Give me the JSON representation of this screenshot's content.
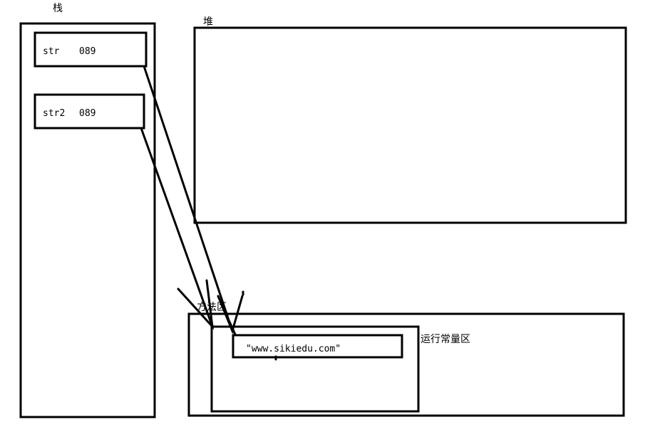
{
  "stack": {
    "title": "栈",
    "vars": [
      {
        "name": "str",
        "value": "089"
      },
      {
        "name": "str2",
        "value": "089"
      }
    ]
  },
  "heap": {
    "title": "堆"
  },
  "method_area": {
    "title": "方法区",
    "constant_pool": {
      "title": "运行常量区",
      "string_literal": "\"www.sikiedu.com\""
    }
  },
  "colors": {
    "stroke": "#000000",
    "background": "#ffffff"
  }
}
